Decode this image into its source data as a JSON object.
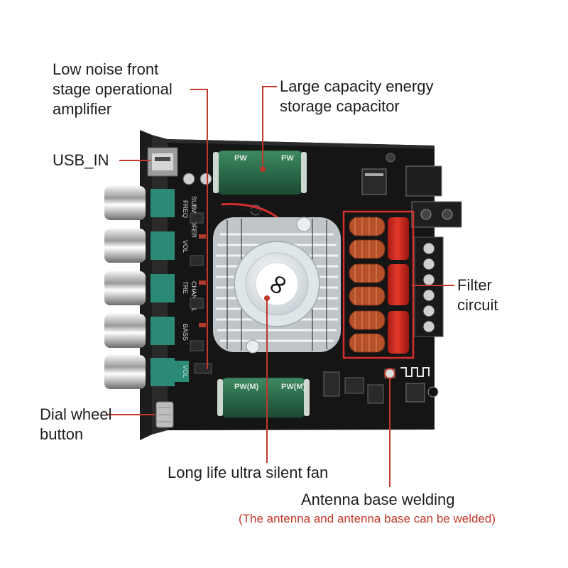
{
  "labels": {
    "op_amp": "Low noise front\nstage operational\namplifier",
    "capacitor": "Large capacity energy\nstorage capacitor",
    "usb_in": "USB_IN",
    "filter": "Filter\ncircuit",
    "dial": "Dial wheel\nbutton",
    "fan": "Long life ultra silent fan",
    "antenna": "Antenna base welding",
    "antenna_note": "(The antenna and antenna base can be welded)"
  },
  "board": {
    "knob_labels": [
      "FREQ",
      "SUBWOOFER",
      "VOL",
      "TRE",
      "CHANNEL",
      "BASS",
      "VOL"
    ],
    "cap_marking": "PW(M)",
    "top_cap_marking": "PW",
    "fan_logo_glyph": "∞"
  },
  "colors": {
    "pcb": "#141414",
    "callout": "#c0392b",
    "capacitor_green": "#2e6b4d",
    "filter_red": "#c8261c",
    "coil_copper": "#b5502b",
    "potentiometer_teal": "#2a8a76"
  }
}
